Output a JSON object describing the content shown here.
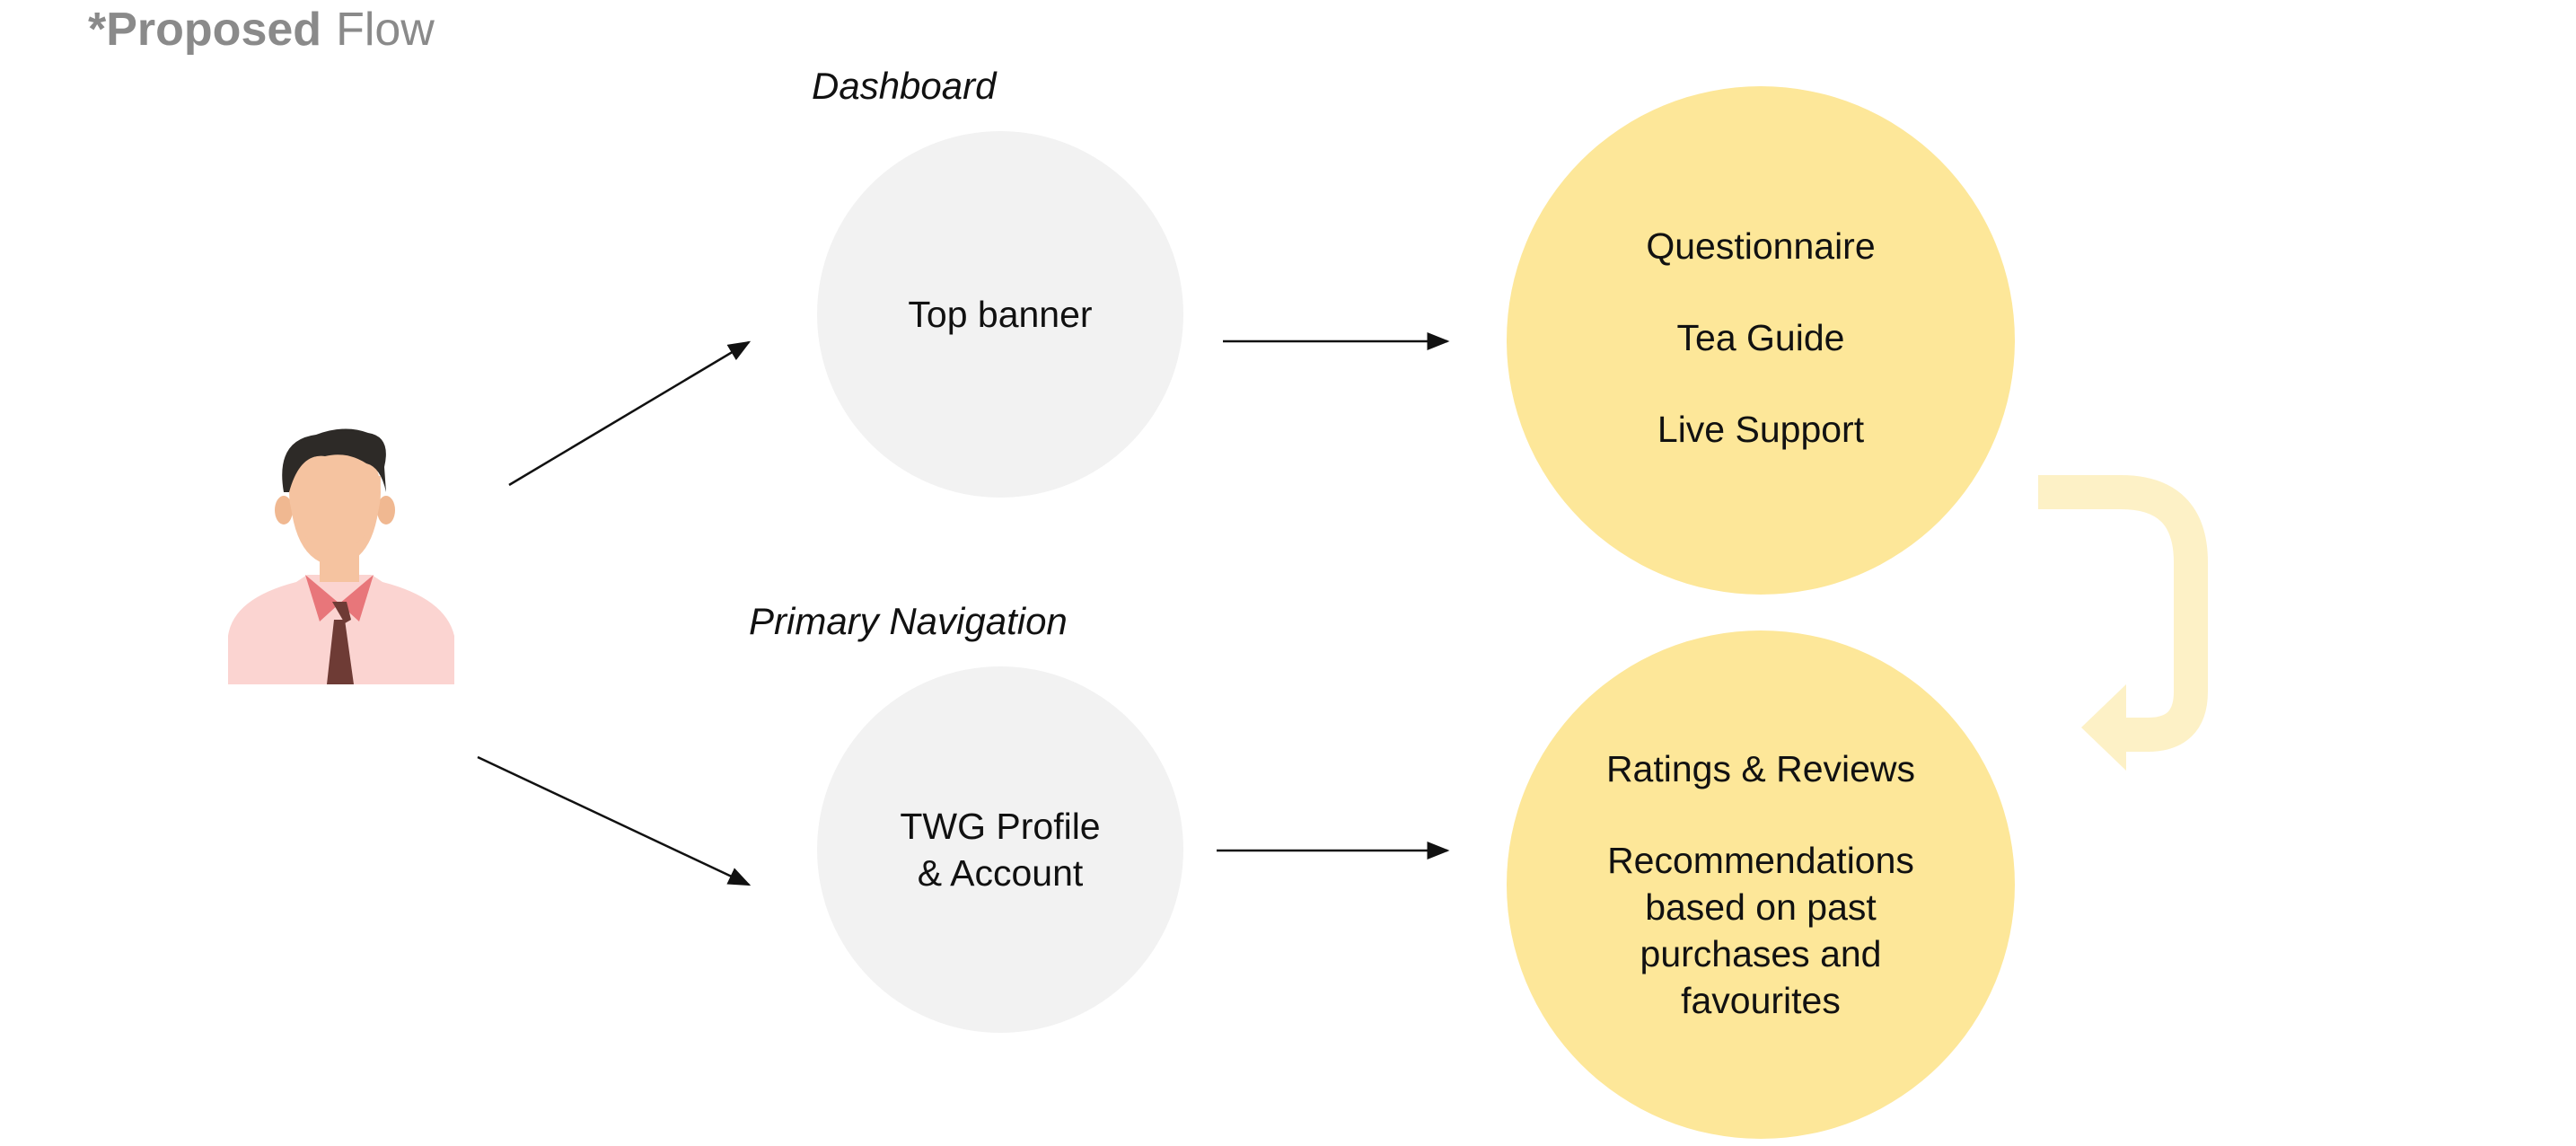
{
  "title": {
    "bold": "*Proposed",
    "light": "Flow"
  },
  "labels": {
    "dashboard": "Dashboard",
    "primary_navigation": "Primary Navigation"
  },
  "nodes": {
    "top_banner": "Top banner",
    "twg_profile": {
      "line1": "TWG Profile",
      "line2": "& Account"
    },
    "features": {
      "questionnaire": "Questionnaire",
      "tea_guide": "Tea Guide",
      "live_support": "Live Support"
    },
    "personal": {
      "ratings": "Ratings & Reviews",
      "rec_line1": "Recommendations",
      "rec_line2": "based on past",
      "rec_line3": "purchases and",
      "rec_line4": "favourites"
    }
  },
  "colors": {
    "grey_node": "#f2f2f2",
    "yellow_node": "#fde799",
    "loop_arrow": "#fdf1c6",
    "title": "#8a8a8a"
  },
  "icons": {
    "user": "businessman-avatar-icon",
    "loop": "u-turn-arrow-icon"
  }
}
